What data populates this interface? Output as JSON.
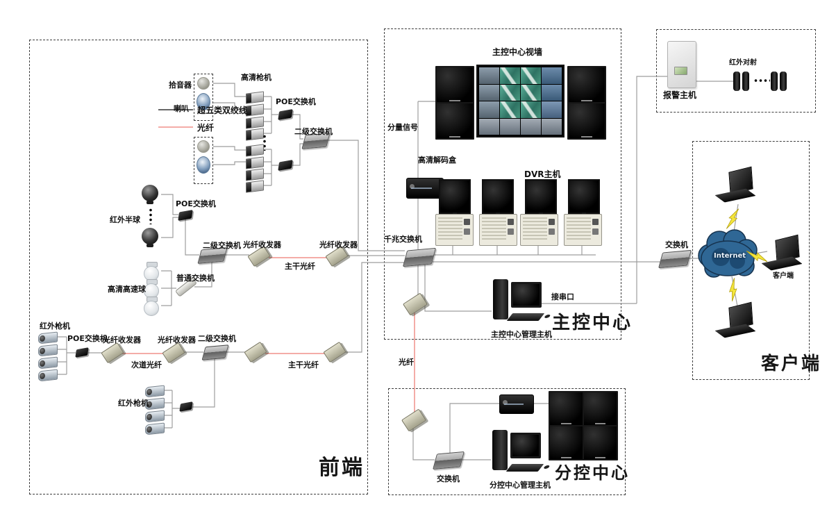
{
  "legend": {
    "twisted_pair": "超五类双绞线",
    "fiber": "光纤"
  },
  "front_end": {
    "title": "前端",
    "pickup": "拾音器",
    "speaker": "喇叭",
    "hd_gun_camera": "高清枪机",
    "poe_switch": "POE交换机",
    "secondary_switch": "二级交换机",
    "ir_dome": "红外半球",
    "ordinary_switch": "普通交换机",
    "hd_speed_dome": "高清高速球",
    "fiber_transceiver": "光纤收发器",
    "trunk_fiber": "主干光纤",
    "branch_fiber": "次道光纤",
    "ir_gun_camera": "红外枪机"
  },
  "main_center": {
    "title": "主控中心",
    "video_wall": "主控中心视墙",
    "component_signal": "分量信号",
    "hd_decoder_box": "高清解码盒",
    "dvr_host": "DVR主机",
    "gigabit_switch": "千兆交换机",
    "management_host": "主控中心管理主机",
    "serial_port": "接串口",
    "fiber_label": "光纤"
  },
  "alarm": {
    "alarm_host": "报警主机",
    "ir_beam": "红外对射"
  },
  "client": {
    "title": "客户端",
    "switch": "交换机",
    "internet": "Internet",
    "client_label": "客户端"
  },
  "sub_center": {
    "title": "分控中心",
    "switch": "交换机",
    "management_host": "分控中心管理主机"
  },
  "colors": {
    "fiber_line": "#f0908a",
    "twisted_line": "#9e9e9e"
  }
}
